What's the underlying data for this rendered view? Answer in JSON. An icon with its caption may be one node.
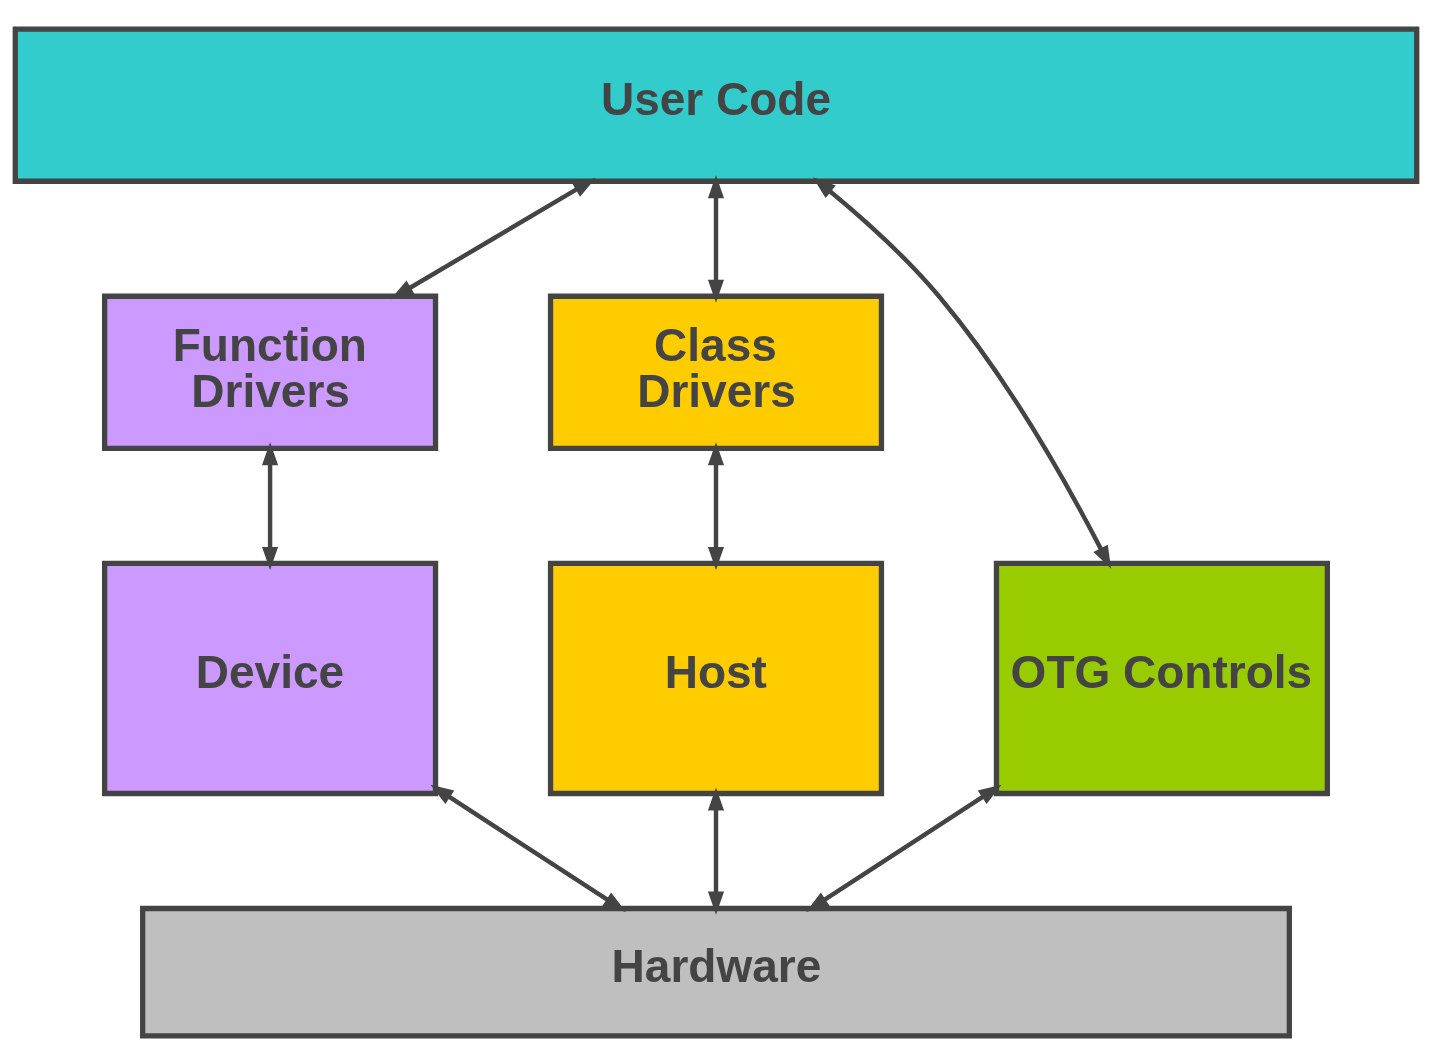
{
  "diagram": {
    "nodes": [
      {
        "text": [
          "User Code"
        ]
      },
      {
        "text": [
          "Function Drivers"
        ]
      },
      {
        "text": [
          "Class Drivers"
        ]
      },
      {
        "text": [
          "Device"
        ]
      },
      {
        "text": [
          "OTG Controls"
        ]
      },
      {
        "text": [
          "Host"
        ]
      },
      {
        "text": [
          "Hardware"
        ]
      }
    ],
    "edges": [
      {
        "from": 0,
        "to": 1,
        "arrow": "both"
      },
      {
        "from": 0,
        "to": 4,
        "arrow": "both"
      },
      {
        "from": 0,
        "to": 2,
        "arrow": "both"
      },
      {
        "from": 1,
        "to": 3,
        "arrow": "both"
      },
      {
        "from": 2,
        "to": 5,
        "arrow": "both"
      },
      {
        "from": 3,
        "to": 6,
        "arrow": "both"
      },
      {
        "from": 4,
        "to": 6,
        "arrow": "both"
      },
      {
        "from": 5,
        "to": 6,
        "arrow": "both"
      }
    ]
  }
}
